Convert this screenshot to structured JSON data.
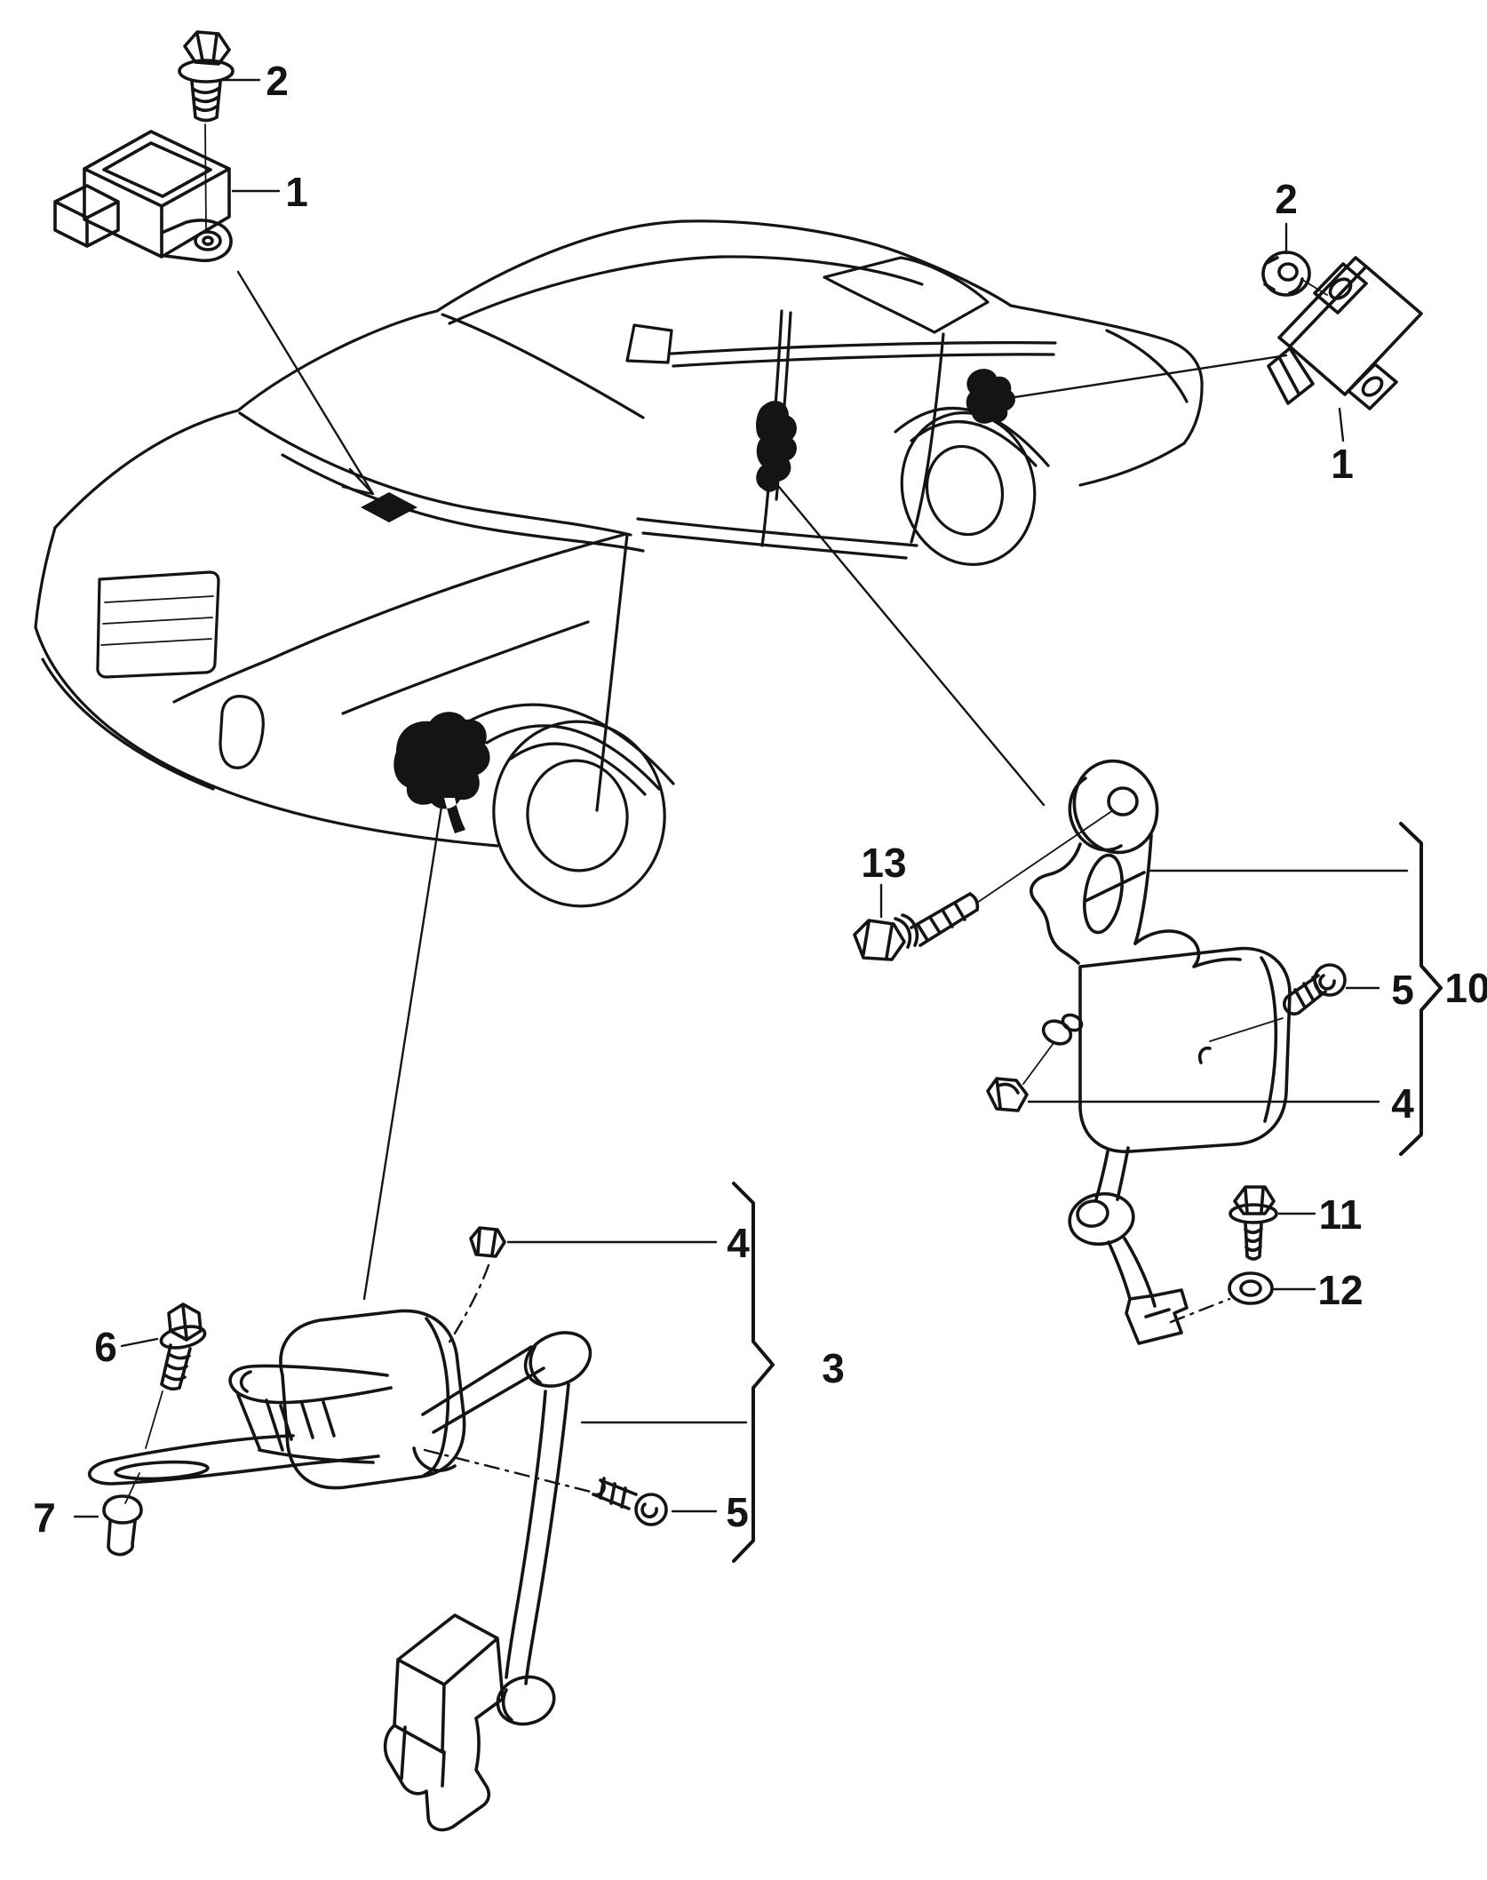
{
  "diagram": {
    "background": "#ffffff",
    "line_color": "#141414",
    "marker_color": "#000000",
    "subject_icons": [
      "sedan-car-outline",
      "control-module",
      "hex-bolt",
      "hex-nut",
      "level-sensor-front-assembly",
      "level-sensor-rear-assembly",
      "washer",
      "rivet",
      "screw",
      "mounting-bracket",
      "location-marker-diamond",
      "location-marker-blob"
    ]
  },
  "labels": {
    "module_left_part": "1",
    "module_left_bolt": "2",
    "module_right_part": "1",
    "module_right_nut": "2",
    "front_assembly": "3",
    "front_nut": "4",
    "front_screw": "5",
    "front_bracket_bolt": "6",
    "front_rivet": "7",
    "rear_assembly": "10",
    "rear_screw": "5",
    "rear_nut": "4",
    "rear_bolt": "11",
    "rear_washer": "12",
    "rear_bracket_bolt": "13"
  }
}
